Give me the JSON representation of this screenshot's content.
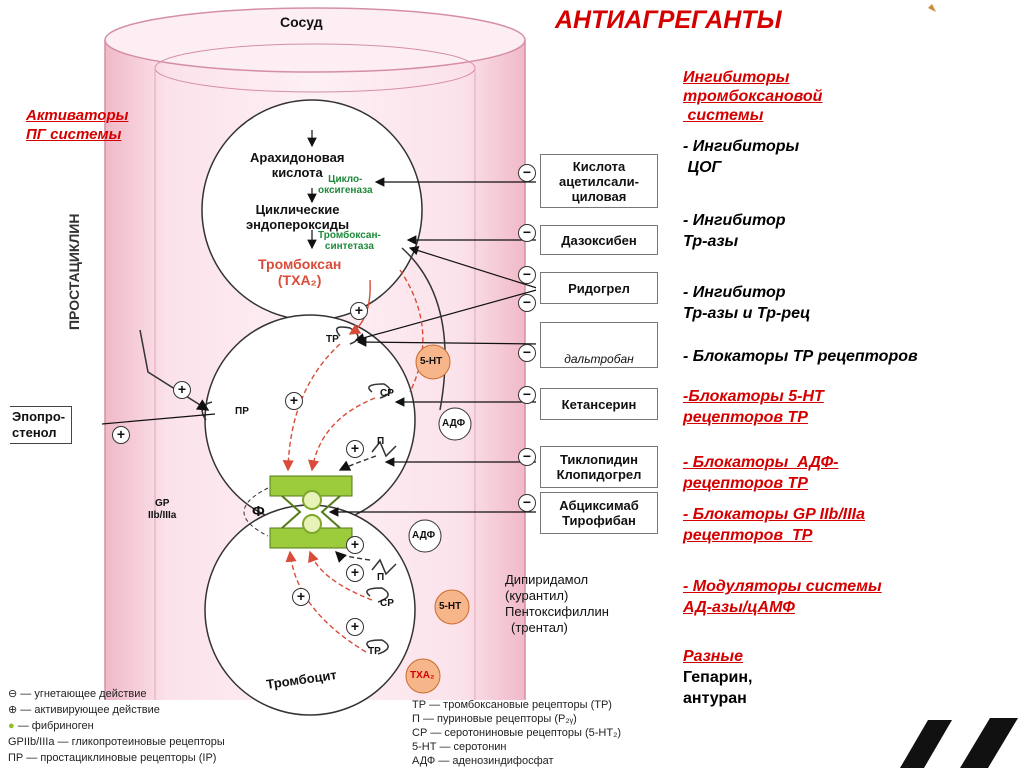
{
  "title": "АНТИАГРЕГАНТЫ",
  "vessel_label": "Сосуд",
  "prostacyclin_label": "ПРОСТАЦИКЛИН",
  "left_heading": [
    "Активаторы",
    "ПГ системы"
  ],
  "epoprostenol": [
    "Эпопро-",
    "стенол"
  ],
  "cycle": {
    "arachidonic": [
      "Арахидоновая",
      "кислота"
    ],
    "cox": [
      "Цикло-",
      "оксигеназа"
    ],
    "endoperoxides": [
      "Циклические",
      "эндопероксиды"
    ],
    "synthase": [
      "Тромбоксан-",
      "синтетаза"
    ],
    "thromboxane": "Тромбоксан",
    "txa2": "(ТХА₂)"
  },
  "receptors": {
    "tp": "ТР",
    "sr": "СР",
    "p": "П",
    "pr": "ПР",
    "f": "Ф",
    "ht5": "5-НТ",
    "adf": "АДФ",
    "txa2": "ТХА₂",
    "gp": [
      "GP",
      "IIb/IIIa"
    ],
    "platelet": "Тромбоцит"
  },
  "drugs": {
    "aspirin": [
      "Кислота",
      "ацетилсали-",
      "циловая"
    ],
    "dazoxiben": "Дазоксибен",
    "ridogrel": "Ридогрел",
    "daltroban": "дальтробан",
    "ketanserin": "Кетансерин",
    "ticlopidine": [
      "Тиклопидин",
      "Клопидогрел"
    ],
    "abciximab": [
      "Абциксимаб",
      "Тирофибан"
    ],
    "dipyridamole": [
      "Дипиридамол",
      "(курантил)",
      "Пентоксифиллин",
      "(трентал)"
    ]
  },
  "right_heading": [
    "Ингибиторы",
    "тромбоксановой",
    " системы"
  ],
  "right_items": [
    {
      "lines": [
        "- Ингибиторы",
        " ЦОГ"
      ],
      "color": "#000000"
    },
    {
      "lines": [
        "- Ингибитор",
        "Тр-азы"
      ],
      "color": "#000000"
    },
    {
      "lines": [
        "- Ингибитор",
        "Тр-азы и Тр-рец"
      ],
      "color": "#000000"
    },
    {
      "lines": [
        "- Блокаторы ТР рецепторов"
      ],
      "color": "#000000"
    },
    {
      "lines": [
        "-Блокаторы  5-НТ",
        "рецепторов ТР"
      ],
      "color": "#d40000"
    },
    {
      "lines": [
        "- Блокаторы  АДФ-",
        "рецепторов ТР"
      ],
      "color": "#d40000"
    },
    {
      "lines": [
        "- Блокаторы GP IIb/IIIa",
        "рецепторов  ТР"
      ],
      "color": "#d40000"
    },
    {
      "lines": [
        "- Модуляторы системы",
        "АД-азы/цАМФ"
      ],
      "color": "#d40000"
    }
  ],
  "misc": {
    "heading": "Разные",
    "lines": [
      "Гепарин,",
      "антуран"
    ]
  },
  "legend_left": [
    {
      "sym": "⊖",
      "text": "— угнетающее действие"
    },
    {
      "sym": "⊕",
      "text": "— активирующее действие"
    },
    {
      "sym": "●",
      "text": "— фибриноген"
    },
    {
      "sym": "",
      "text": "GPIIb/IIIa  — гликопротеиновые рецепторы"
    },
    {
      "sym": "",
      "text": "ПР  — простациклиновые рецепторы (IP)"
    }
  ],
  "legend_right": [
    "ТР  — тромбоксановые рецепторы (ТР)",
    "П  — пуриновые рецепторы (P₂ᵧ)",
    "СР  — серотониновые рецепторы (5-НТ₂)",
    "5-НТ  — серотонин",
    "АДФ  — аденозиндифосфат"
  ],
  "colors": {
    "vessel": "#f4c6d2",
    "accent": "#d40000",
    "green": "#9ccc3c",
    "orange": "#f7b58a"
  }
}
